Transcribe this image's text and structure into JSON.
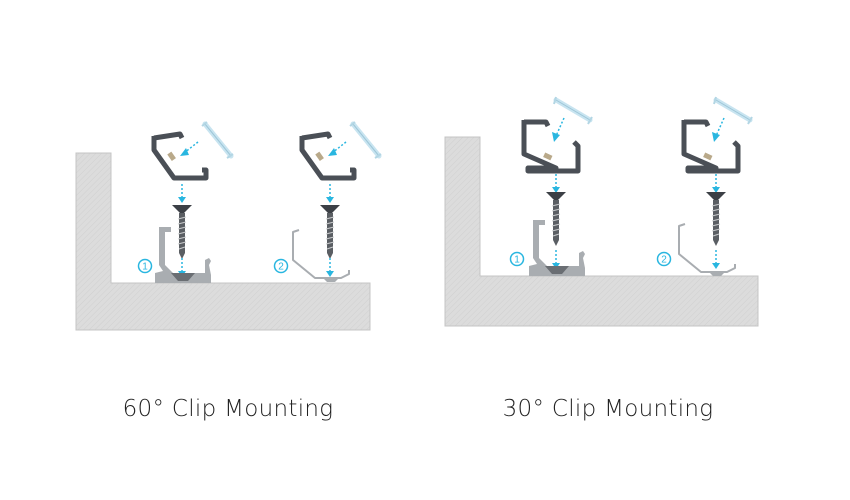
{
  "diagrams": [
    {
      "title": "60° Clip Mounting",
      "labels": [
        "1",
        "2"
      ]
    },
    {
      "title": "30° Clip Mounting",
      "labels": [
        "1",
        "2"
      ]
    }
  ],
  "colors": {
    "wall": "#dcdcdc",
    "wall_edge": "#c4c4c4",
    "profile": "#4a4f56",
    "clip": "#a9adb1",
    "diffuser": "#c8e4f0",
    "arrow": "#29b6e0"
  }
}
